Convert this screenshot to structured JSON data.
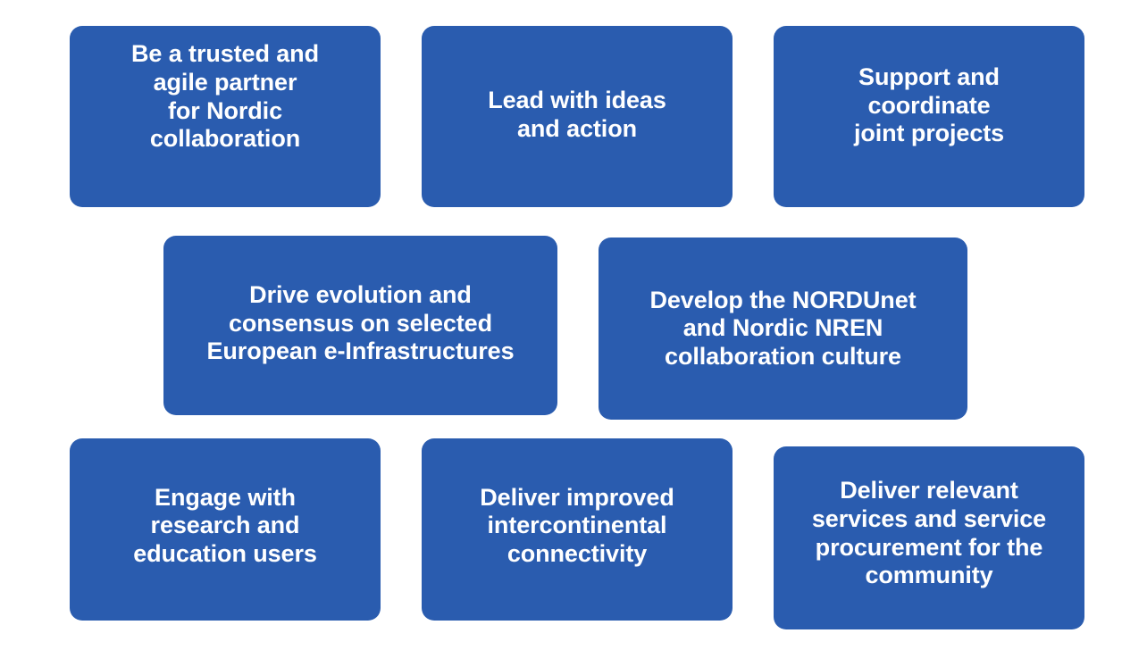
{
  "slide": {
    "background_color": "#FFFFFF",
    "box_color": "#2A5CAF",
    "text_color": "#FFFFFF",
    "layout": "3-2-3 staggered grid of rounded goal cards"
  },
  "goals": [
    {
      "id": "trusted-agile-partner",
      "text": "Be a trusted and\nagile partner\nfor Nordic\ncollaboration",
      "row": 1,
      "column": 1
    },
    {
      "id": "lead-with-ideas",
      "text": "Lead with ideas\nand action",
      "row": 1,
      "column": 2
    },
    {
      "id": "support-coordinate-joint-projects",
      "text": "Support and\ncoordinate\njoint projects",
      "row": 1,
      "column": 3
    },
    {
      "id": "drive-evolution-consensus",
      "text": "Drive evolution and\nconsensus on selected\nEuropean e-Infrastructures",
      "row": 2,
      "column": 1
    },
    {
      "id": "develop-nordunet-nren-culture",
      "text": "Develop the NORDUnet\nand Nordic NREN\ncollaboration culture",
      "row": 2,
      "column": 2
    },
    {
      "id": "engage-research-education-users",
      "text": "Engage with\nresearch and\neducation users",
      "row": 3,
      "column": 1
    },
    {
      "id": "deliver-intercontinental-connectivity",
      "text": "Deliver improved\nintercontinental\nconnectivity",
      "row": 3,
      "column": 2
    },
    {
      "id": "deliver-services-procurement",
      "text": "Deliver relevant\nservices and service\nprocurement for the\ncommunity",
      "row": 3,
      "column": 3
    }
  ]
}
